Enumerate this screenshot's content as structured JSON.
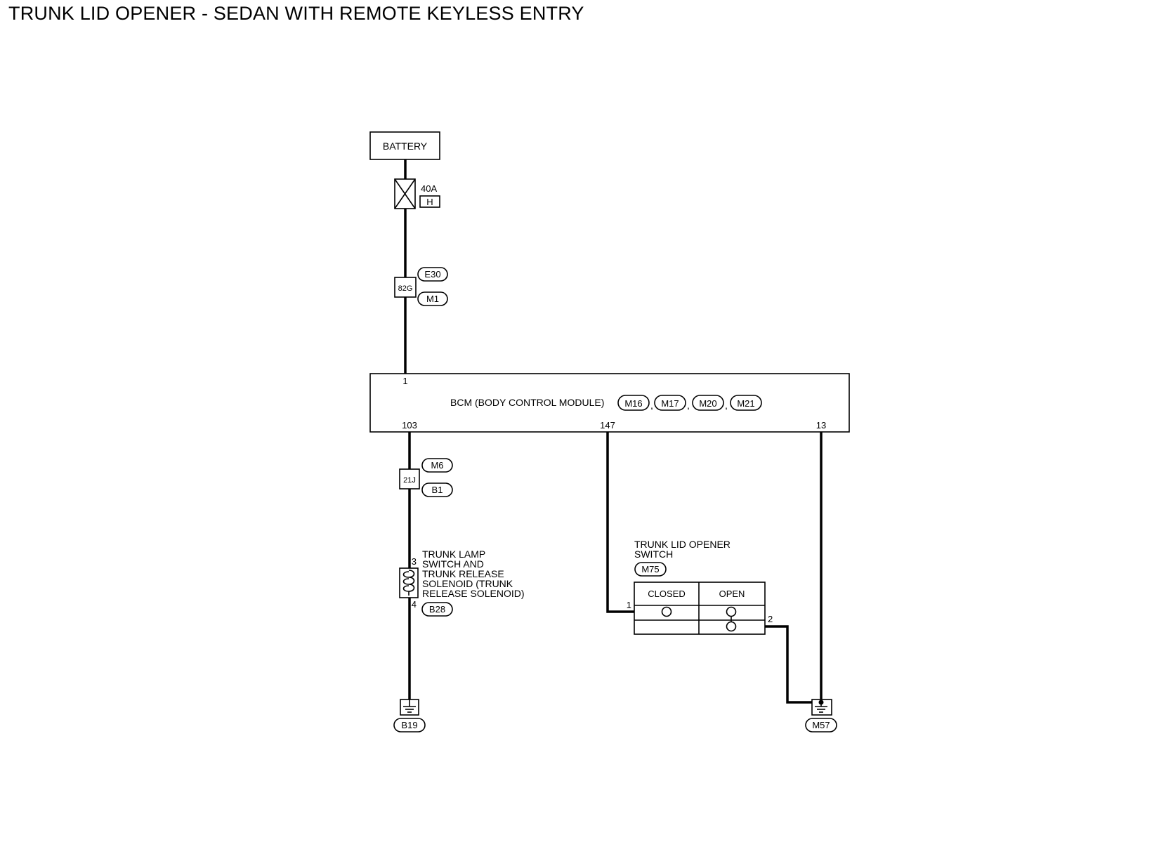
{
  "title": "TRUNK LID OPENER - SEDAN WITH REMOTE KEYLESS ENTRY",
  "battery": {
    "label": "BATTERY"
  },
  "fuse": {
    "rating": "40A",
    "block": "H"
  },
  "connector_82g": {
    "label": "82G",
    "codes": [
      "E30",
      "M1"
    ]
  },
  "bcm": {
    "label": "BCM (BODY CONTROL MODULE)",
    "connectors": [
      "M16",
      "M17",
      "M20",
      "M21"
    ],
    "separator": ",",
    "pins": {
      "top": "1",
      "left": "103",
      "middle": "147",
      "right": "13"
    }
  },
  "connector_21j": {
    "label": "21J",
    "codes": [
      "M6",
      "B1"
    ]
  },
  "solenoid": {
    "label_lines": [
      "TRUNK LAMP",
      "SWITCH AND",
      "TRUNK RELEASE",
      "SOLENOID (TRUNK",
      "RELEASE SOLENOID)"
    ],
    "pin_top": "3",
    "pin_bottom": "4",
    "connector": "B28"
  },
  "opener_switch": {
    "label_lines": [
      "TRUNK LID OPENER",
      "SWITCH"
    ],
    "connector": "M75",
    "columns": [
      "CLOSED",
      "OPEN"
    ],
    "pin_left": "1",
    "pin_right": "2"
  },
  "grounds": {
    "left": "B19",
    "right": "M57"
  }
}
